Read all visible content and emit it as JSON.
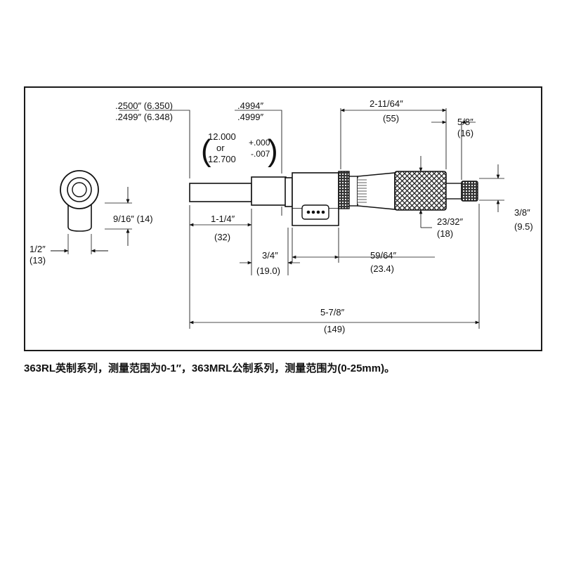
{
  "drawing": {
    "dims": {
      "spindle_dia_max": ".2500″ (6.350)",
      "spindle_dia_min": ".2499″ (6.348)",
      "sleeve_dia_a": ".4994″",
      "sleeve_dia_b": ".4999″",
      "metric_line1": "12.000",
      "metric_line2": "or",
      "metric_line3": "12.700",
      "tol_plus": "+.000",
      "tol_minus": "-.007",
      "thimble_length": "2-11/64″",
      "thimble_length_mm": "(55)",
      "ratchet_dia": "5/8″",
      "ratchet_dia_mm": "(16)",
      "head_height": "9/16″ (14)",
      "head_width": "1/2″",
      "head_width_mm": "(13)",
      "spindle_reach": "1-1/4″",
      "spindle_reach_mm": "(32)",
      "shank_length": "3/4″",
      "shank_length_mm": "(19.0)",
      "body_length": "59/64″",
      "body_length_mm": "(23.4)",
      "thimble_dia": "23/32″",
      "thimble_dia_mm": "(18)",
      "ratchet_offset": "3/8″",
      "ratchet_offset_mm": "(9.5)",
      "overall_length": "5-7/8″",
      "overall_length_mm": "(149)"
    }
  },
  "caption": "363RL英制系列，测量范围为0-1″，363MRL公制系列，测量范围为(0-25mm)。"
}
